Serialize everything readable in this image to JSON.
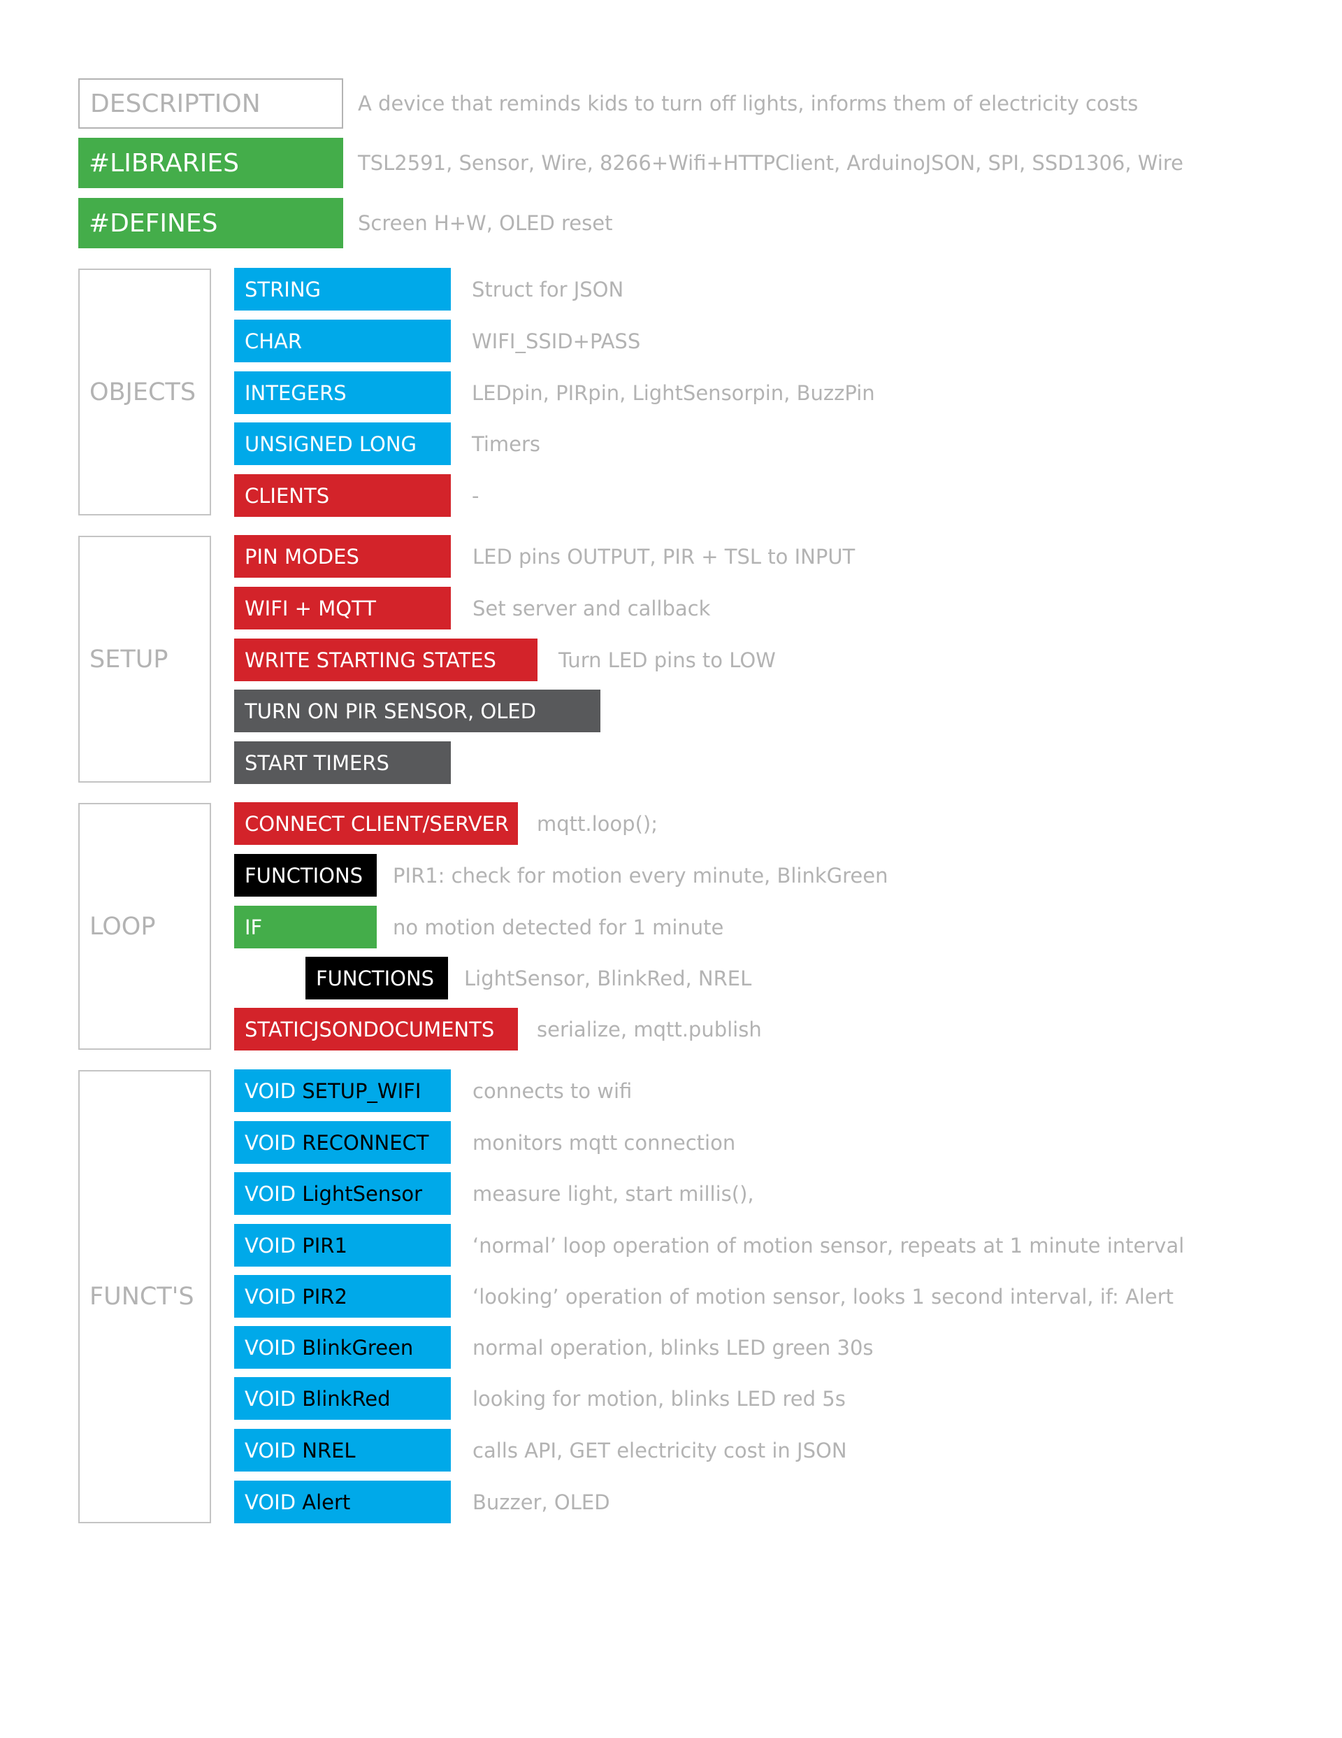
{
  "header": {
    "description": {
      "label": "DESCRIPTION",
      "text": "A device that reminds kids to turn off lights, informs them of electricity costs"
    },
    "libraries": {
      "label": "#LIBRARIES",
      "text": "TSL2591, Sensor, Wire, 8266+Wifi+HTTPClient, ArduinoJSON, SPI, SSD1306, Wire"
    },
    "defines": {
      "label": "#DEFINES",
      "text": "Screen H+W, OLED reset"
    }
  },
  "objects": {
    "label": "OBJECTS",
    "items": [
      {
        "tag": "STRING",
        "text": "Struct for JSON"
      },
      {
        "tag": "CHAR",
        "text": "WIFI_SSID+PASS"
      },
      {
        "tag": "INTEGERS",
        "text": "LEDpin, PIRpin, LightSensorpin, BuzzPin"
      },
      {
        "tag": "UNSIGNED LONG",
        "text": "Timers"
      },
      {
        "tag": "CLIENTS",
        "text": "-"
      }
    ]
  },
  "setup": {
    "label": "SETUP",
    "items": [
      {
        "tag": "PIN MODES",
        "text": "LED pins OUTPUT, PIR + TSL to INPUT"
      },
      {
        "tag": "WIFI + MQTT",
        "text": "Set server and callback"
      },
      {
        "tag": "WRITE STARTING STATES",
        "text": "Turn LED pins to LOW"
      },
      {
        "tag": "TURN ON PIR SENSOR, OLED",
        "text": ""
      },
      {
        "tag": "START TIMERS",
        "text": ""
      }
    ]
  },
  "loop": {
    "label": "LOOP",
    "items": [
      {
        "tag": "CONNECT CLIENT/SERVER",
        "text": "mqtt.loop();"
      },
      {
        "tag": "FUNCTIONS",
        "text": "PIR1: check for motion every minute, BlinkGreen"
      },
      {
        "tag": "IF",
        "text": "no motion detected for 1 minute"
      },
      {
        "tag": "FUNCTIONS",
        "text": "LightSensor, BlinkRed, NREL"
      },
      {
        "tag": "STATICJSONDOCUMENTS",
        "text": "serialize, mqtt.publish"
      }
    ]
  },
  "functions": {
    "label": "FUNCT'S",
    "keyword": "VOID",
    "items": [
      {
        "name": "SETUP_WIFI",
        "text": "connects to wifi"
      },
      {
        "name": "RECONNECT",
        "text": "monitors mqtt connection"
      },
      {
        "name": "LightSensor",
        "text": "measure light, start millis(),"
      },
      {
        "name": "PIR1",
        "text": "‘normal’ loop operation of motion sensor, repeats at 1 minute interval"
      },
      {
        "name": "PIR2",
        "text": "‘looking’ operation of motion sensor, looks 1 second interval, if: Alert"
      },
      {
        "name": "BlinkGreen",
        "text": "normal operation, blinks LED green 30s"
      },
      {
        "name": "BlinkRed",
        "text": "looking for motion, blinks LED red 5s"
      },
      {
        "name": "NREL",
        "text": "calls API, GET electricity cost in JSON"
      },
      {
        "name": "Alert",
        "text": "Buzzer, OLED"
      }
    ]
  },
  "colors": {
    "blue": "#00a9e9",
    "red": "#d3232a",
    "green": "#44ad4a",
    "dark_gray": "#58595b",
    "black": "#000000",
    "muted_text": "#b3b3b3"
  }
}
